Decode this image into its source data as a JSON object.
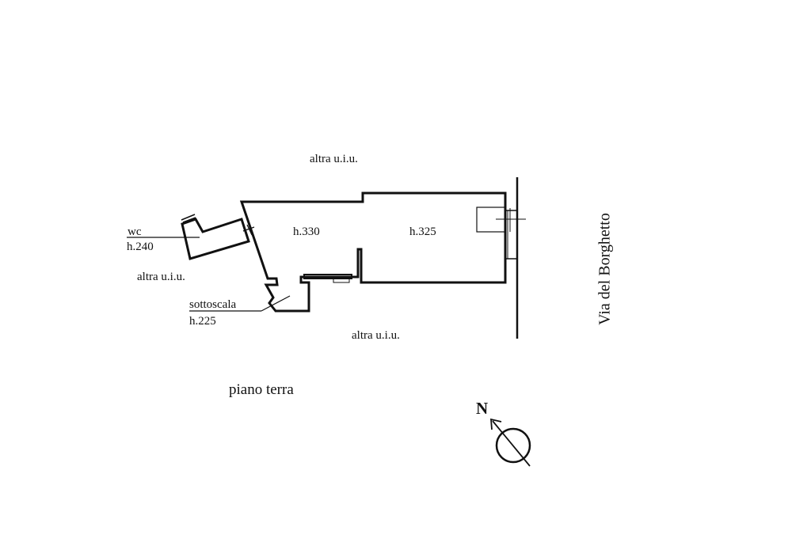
{
  "labels": {
    "top_unit": "altra u.i.u.",
    "left_unit": "altra u.i.u.",
    "bottom_unit": "altra u.i.u.",
    "wc": "wc",
    "wc_height": "h.240",
    "room_1_height": "h.330",
    "room_2_height": "h.325",
    "understair": "sottoscala",
    "understair_height": "h.225",
    "floor": "piano terra",
    "street": "Via del Borghetto",
    "north": "N"
  },
  "colors": {
    "line": "#111111",
    "background": "#ffffff"
  },
  "icons": {
    "compass": "north-arrow-icon"
  }
}
